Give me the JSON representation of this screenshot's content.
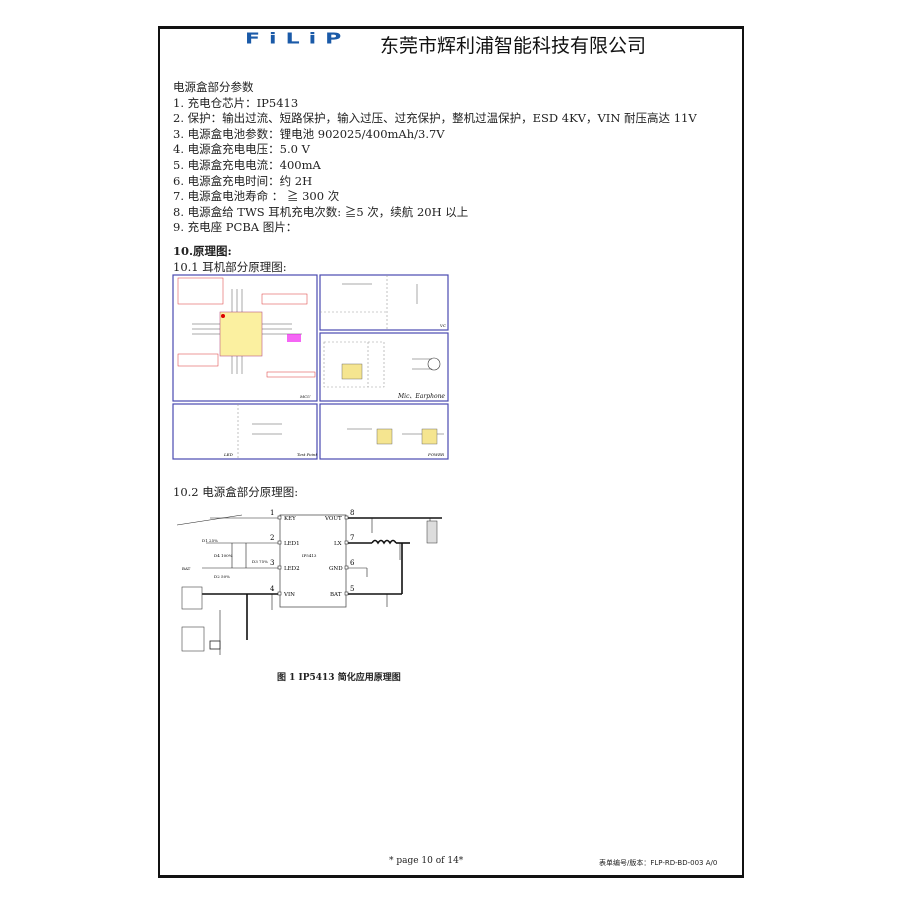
{
  "header": {
    "logo": "FiLiP",
    "company": "东莞市辉利浦智能科技有限公司"
  },
  "section_title": "电源盒部分参数",
  "params": [
    "1. 充电仓芯片：IP5413",
    "2. 保护：输出过流、短路保护，输入过压、过充保护，整机过温保护，ESD 4KV，VIN 耐压高达 11V",
    "3. 电源盒电池参数：锂电池 902025/400mAh/3.7V",
    "4. 电源盒充电电压：5.0  V",
    "5. 电源盒充电电流：400mA",
    "6. 电源盒充电时间：约 2H",
    "7. 电源盒电池寿命 ： ≧ 300 次",
    "8. 电源盒给 TWS 耳机充电次数: ≧5 次，续航 20H 以上",
    "9. 充电座 PCBA 图片："
  ],
  "schematic_heading": "10.原理图:",
  "sub1": "10.1 耳机部分原理图:",
  "fig1_labels": {
    "mcu": "MCU",
    "mic": "Mic、Earphone",
    "led": "LED",
    "tp": "Test Point",
    "power": "POWER",
    "vc": "VC"
  },
  "sub2": "10.2 电源盒部分原理图:",
  "fig2": {
    "chip": "IP5413",
    "pins_left": [
      {
        "n": "1",
        "name": "KEY"
      },
      {
        "n": "2",
        "name": "LED1"
      },
      {
        "n": "3",
        "name": "LED2"
      },
      {
        "n": "4",
        "name": "VIN"
      }
    ],
    "pins_right": [
      {
        "n": "8",
        "name": "VOUT"
      },
      {
        "n": "7",
        "name": "LX"
      },
      {
        "n": "6",
        "name": "GND"
      },
      {
        "n": "5",
        "name": "BAT"
      }
    ],
    "labels": {
      "d1": "D1 25%",
      "d4": "D4 100%",
      "d3": "D3 75%",
      "d2": "D2 50%",
      "bat": "BAT"
    }
  },
  "caption": "图 1   IP5413 简化应用原理图",
  "footer": {
    "page": "* page 10 of 14*",
    "form": "表单编号/版本：FLP-RD-BD-003  A/0"
  }
}
